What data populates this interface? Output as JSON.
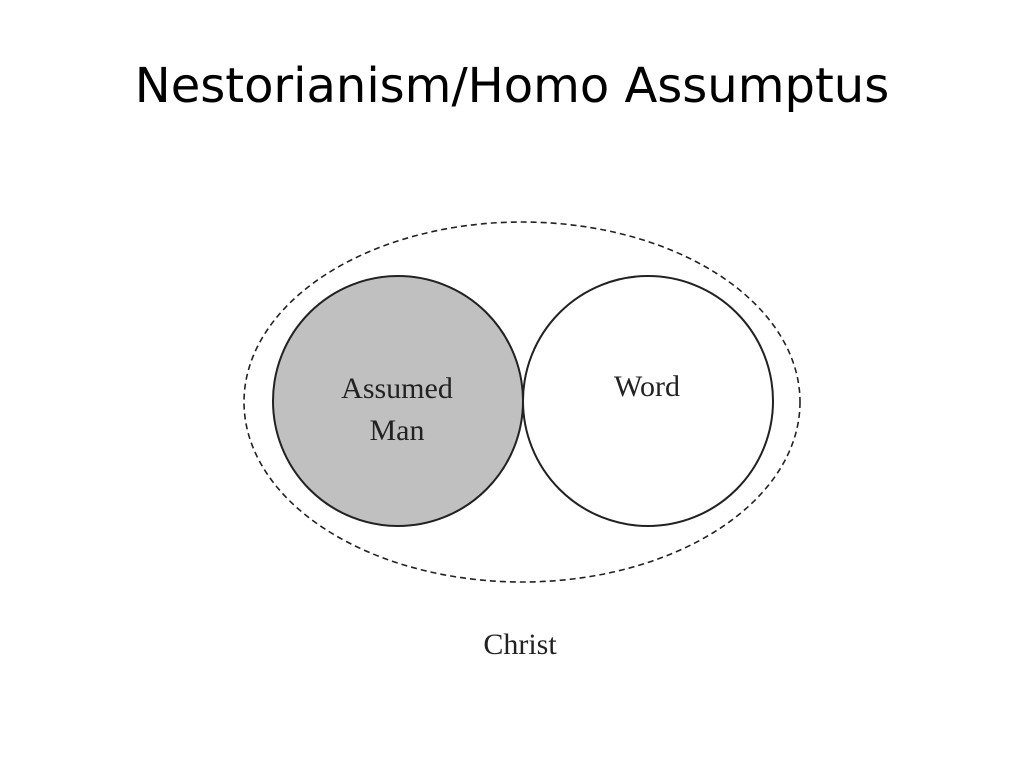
{
  "slide": {
    "title": "Nestorianism/Homo Assumptus"
  },
  "diagram": {
    "outer_label": "Christ",
    "left_circle": {
      "label_line1": "Assumed",
      "label_line2": "Man"
    },
    "right_circle": {
      "label": "Word"
    },
    "colors": {
      "left_fill": "#c0c0c0",
      "right_fill": "#ffffff",
      "stroke": "#222222"
    }
  }
}
